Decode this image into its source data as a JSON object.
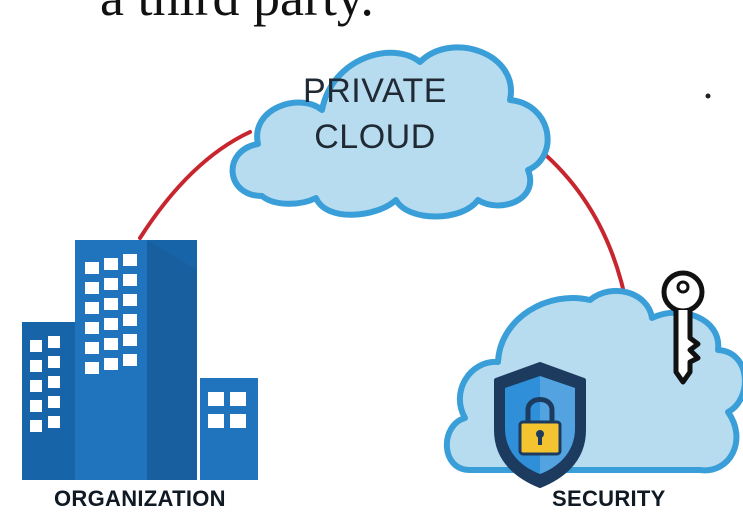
{
  "header": {
    "partial_text": "a third party."
  },
  "private_cloud": {
    "line1": "PRIVATE",
    "line2": "CLOUD"
  },
  "organization": {
    "label": "ORGANIZATION"
  },
  "security": {
    "label": "SECURITY"
  },
  "colors": {
    "connector": "#c8262e",
    "cloud_fill": "#b8dcef",
    "cloud_stroke": "#3a9fd8",
    "building_dark": "#1764a8",
    "building_light": "#2b86d3",
    "shield_outer": "#1c3b5e",
    "shield_inner": "#2f8fd9",
    "lock": "#f4c430",
    "key": "#111111"
  }
}
